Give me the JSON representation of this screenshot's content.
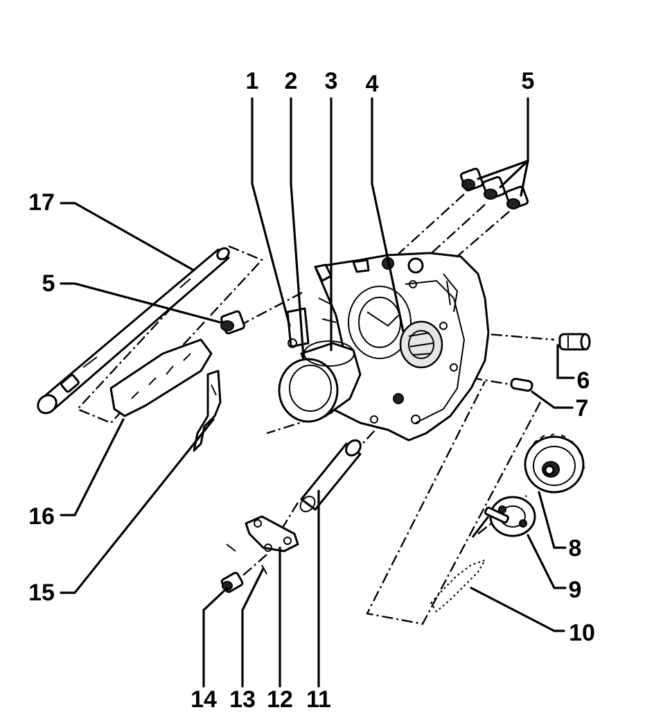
{
  "callouts": {
    "n1": "1",
    "n2": "2",
    "n3": "3",
    "n4": "4",
    "n5_top": "5",
    "n5_left": "5",
    "n6": "6",
    "n7": "7",
    "n8": "8",
    "n9": "9",
    "n10": "10",
    "n11": "11",
    "n12": "12",
    "n13": "13",
    "n14": "14",
    "n15": "15",
    "n16": "16",
    "n17": "17"
  }
}
